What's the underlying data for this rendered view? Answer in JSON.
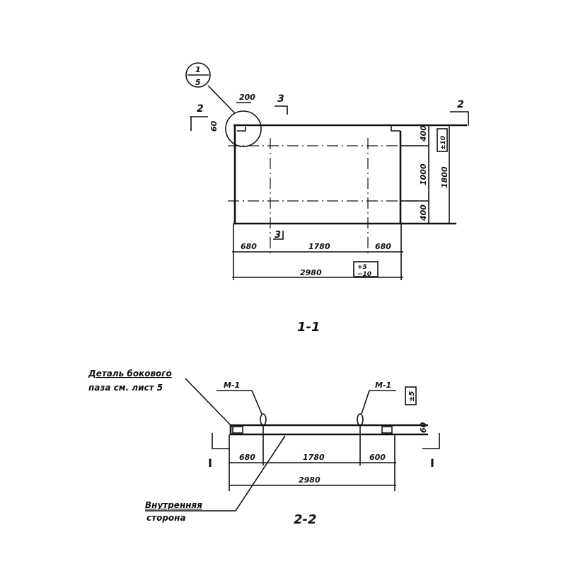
{
  "section_1_1": {
    "title": "1-1",
    "callout": {
      "top": "1",
      "bottom": "5"
    },
    "dim_200": "200",
    "dim_60": "60",
    "section_marks": {
      "left": "2",
      "top": "3",
      "right": "2",
      "bottom": "3"
    },
    "horizontal_dims": [
      "680",
      "1780",
      "680"
    ],
    "overall_width": "2980",
    "width_tolerance": {
      "plus": "+5",
      "minus": "−10"
    },
    "vertical_dims": [
      "400",
      "1000",
      "400"
    ],
    "overall_height": "1800",
    "height_tolerance": "±10"
  },
  "section_2_2": {
    "title": "2-2",
    "note_side_groove": [
      "Деталь бокового",
      "паза см. лист 5"
    ],
    "note_inner_side": [
      "Внутренняя",
      "сторона"
    ],
    "mark_left": "М-1",
    "mark_right": "М-1",
    "tolerance": "±5",
    "dim_60": "60",
    "horizontal_dims": [
      "680",
      "1780",
      "600"
    ],
    "overall_width": "2980",
    "section_marks": {
      "left": "I",
      "right": "I"
    }
  }
}
